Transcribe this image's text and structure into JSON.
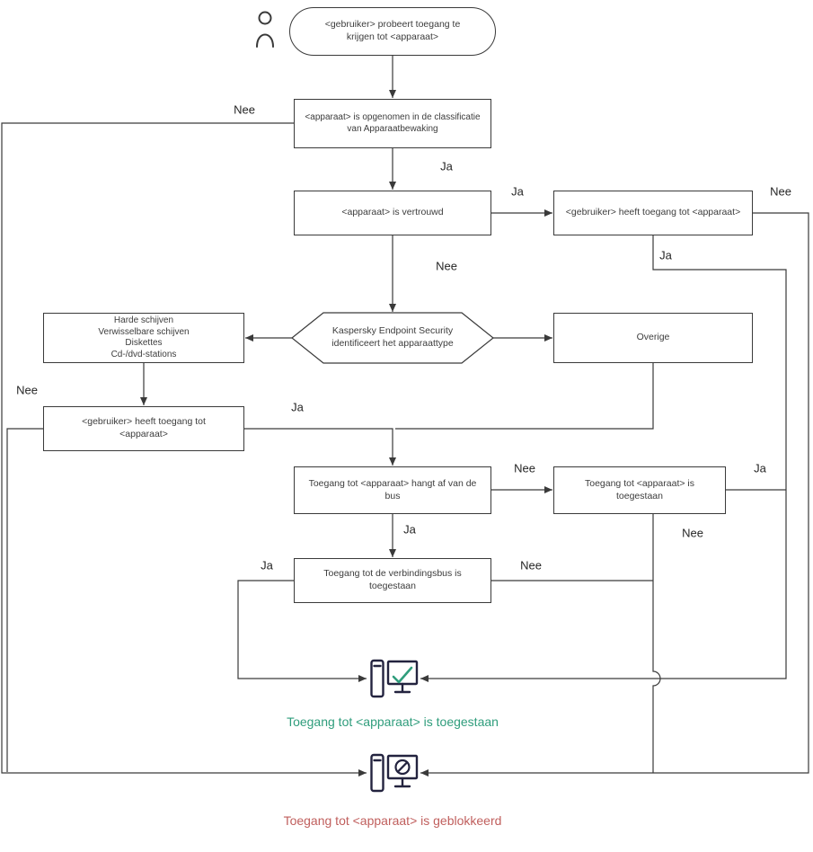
{
  "diagram": {
    "type": "flowchart",
    "nodes": {
      "start": "<gebruiker> probeert toegang te\nkrijgen tot <apparaat>",
      "classification": "<apparaat> is opgenomen in de classificatie\nvan Apparaatbewaking",
      "trusted": "<apparaat> is vertrouwd",
      "user_has_access_top": "<gebruiker> heeft toegang tot <apparaat>",
      "identify_type": "Kaspersky Endpoint Security\nidentificeert het apparaattype",
      "drive_types": "Harde schijven\nVerwisselbare schijven\nDiskettes\nCd-/dvd-stations",
      "other": "Overige",
      "user_has_access_left": "<gebruiker> heeft toegang tot\n<apparaat>",
      "bus_dependent": "Toegang tot <apparaat> hangt af van de\nbus",
      "device_access_allowed_rule": "Toegang tot <apparaat> is\ntoegestaan",
      "bus_access_allowed": "Toegang tot de verbindingsbus is\ntoegestaan",
      "result_allowed": "Toegang tot <apparaat> is toegestaan",
      "result_blocked": "Toegang tot <apparaat> is geblokkeerd"
    },
    "branch_labels": {
      "yes": "Ja",
      "no": "Nee"
    },
    "colors": {
      "line": "#3a3a3a",
      "text": "#3c3c3c",
      "allowed": "#2f9d7c",
      "blocked": "#c05f5d",
      "icon": "#23233f"
    }
  }
}
